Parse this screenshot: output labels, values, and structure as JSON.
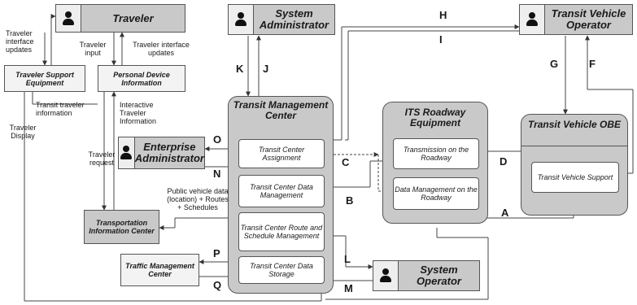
{
  "actors": {
    "traveler": "Traveler",
    "system_administrator": "System Administrator",
    "transit_vehicle_operator": "Transit Vehicle Operator",
    "enterprise_administrator": "Enterprise Administrator",
    "system_operator": "System Operator"
  },
  "equipment": {
    "traveler_support": "Traveler Support Equipment",
    "personal_device": "Personal Device Information",
    "transportation_information_center": "Transportation Information Center",
    "traffic_management_center": "Traffic Management Center"
  },
  "centers": {
    "tmc": {
      "title": "Transit Management Center",
      "subs": [
        "Transit Center Assignment",
        "Transit Center Data Management",
        "Transit Center Route and Schedule Management",
        "Transit Center Data Storage"
      ]
    },
    "its": {
      "title": "ITS Roadway Equipment",
      "subs": [
        "Transmission on the Roadway",
        "Data Management on the Roadway"
      ]
    },
    "obe": {
      "title": "Transit Vehicle OBE",
      "subs": [
        "Transit Vehicle Support"
      ]
    }
  },
  "flow_labels": {
    "traveler_interface_updates": "Traveler interface updates",
    "traveler_input": "Traveler input",
    "traveler_interface_updates_2": "Traveler interface updates",
    "transit_traveler_information": "Transit traveler information",
    "traveler_display": "Traveler Display",
    "interactive_traveler_information": "Interactive Traveler Information",
    "traveler_request": "Traveler request",
    "public_vehicle_data": "Public vehicle data (location) + Routes + Schedules"
  },
  "letters": {
    "A": "A",
    "B": "B",
    "C": "C",
    "D": "D",
    "F": "F",
    "G": "G",
    "H": "H",
    "I": "I",
    "J": "J",
    "K": "K",
    "L": "L",
    "M": "M",
    "N": "N",
    "O": "O",
    "P": "P",
    "Q": "Q"
  }
}
